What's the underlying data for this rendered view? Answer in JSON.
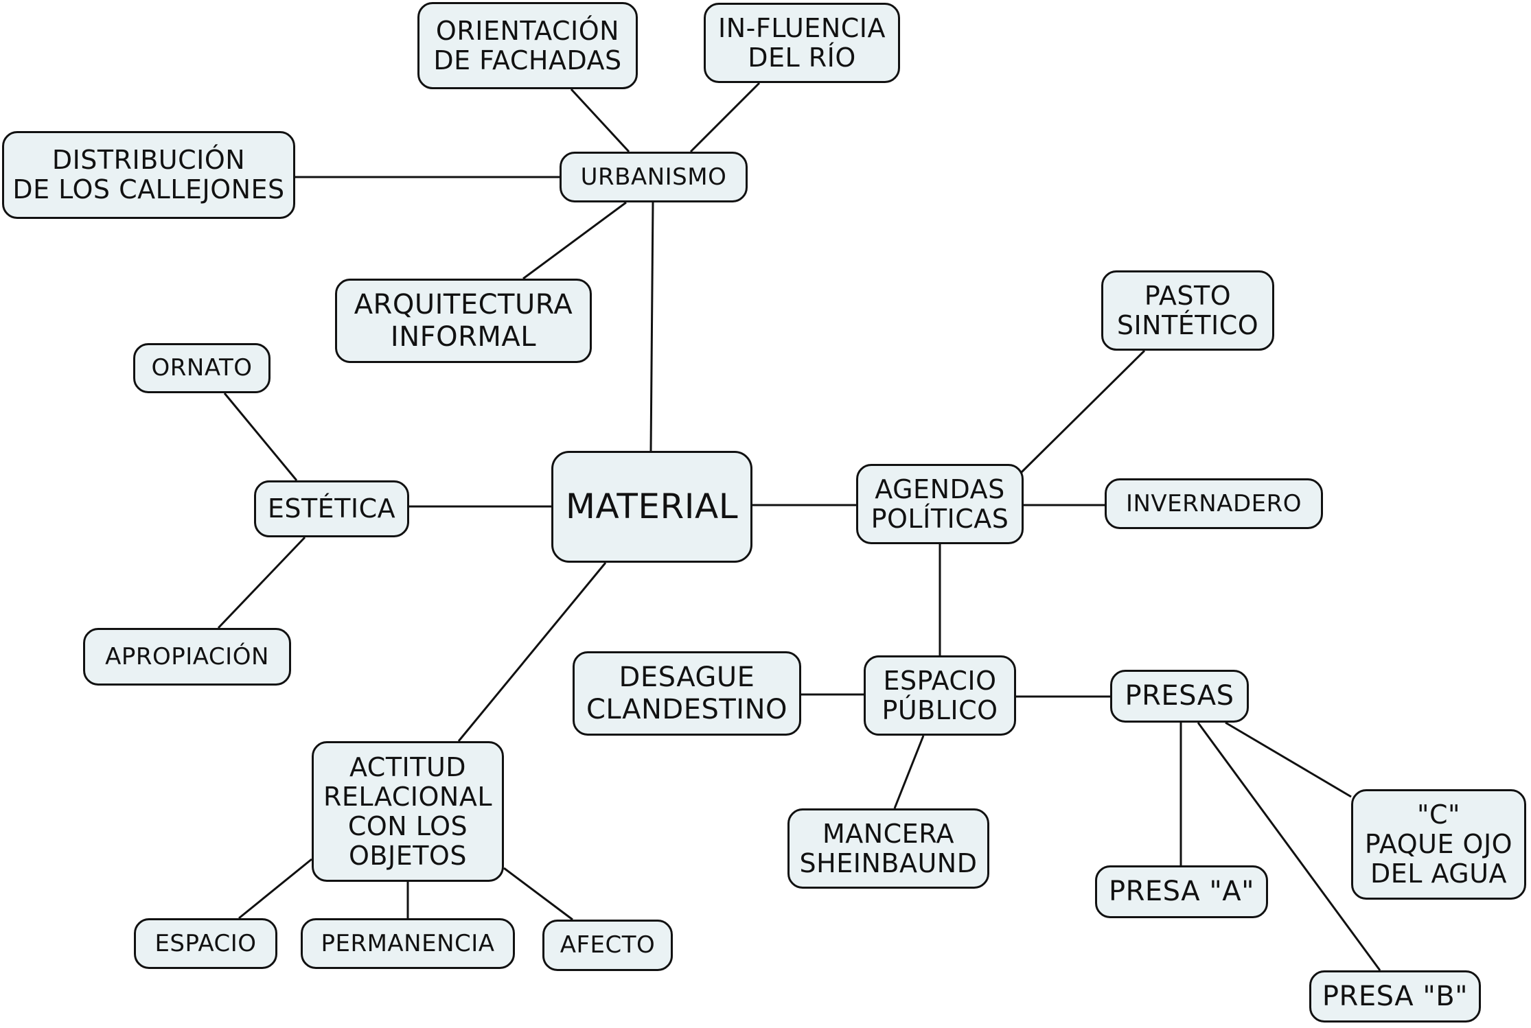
{
  "diagram": {
    "root": "MATERIAL",
    "nodes": {
      "material": "MATERIAL",
      "urbanismo": "URBANISMO",
      "orientacion": "ORIENTACIÓN\nDE FACHADAS",
      "influencia": "IN-FLUENCIA\nDEL RÍO",
      "distribucion": "DISTRIBUCIÓN\nDE LOS CALLEJONES",
      "arquitectura": "ARQUITECTURA\nINFORMAL",
      "estetica": "ESTÉTICA",
      "ornato": "ORNATO",
      "apropiacion": "APROPIACIÓN",
      "actitud": "ACTITUD\nRELACIONAL\nCON LOS\nOBJETOS",
      "espacio": "ESPACIO",
      "permanencia": "PERMANENCIA",
      "afecto": "AFECTO",
      "agendas": "AGENDAS\nPOLÍTICAS",
      "pasto": "PASTO\nSINTÉTICO",
      "invernadero": "INVERNADERO",
      "espacio_publico": "ESPACIO\nPÚBLICO",
      "desague": "DESAGUE\nCLANDESTINO",
      "mancera": "MANCERA\nSHEINBAUND",
      "presas": "PRESAS",
      "presa_a": "PRESA \"A\"",
      "presa_b": "PRESA \"B\"",
      "presa_c": "\"C\"\nPAQUE OJO\nDEL AGUA"
    },
    "edges": [
      [
        "material",
        "urbanismo"
      ],
      [
        "urbanismo",
        "orientacion"
      ],
      [
        "urbanismo",
        "influencia"
      ],
      [
        "urbanismo",
        "distribucion"
      ],
      [
        "urbanismo",
        "arquitectura"
      ],
      [
        "material",
        "estetica"
      ],
      [
        "estetica",
        "ornato"
      ],
      [
        "estetica",
        "apropiacion"
      ],
      [
        "material",
        "actitud"
      ],
      [
        "actitud",
        "espacio"
      ],
      [
        "actitud",
        "permanencia"
      ],
      [
        "actitud",
        "afecto"
      ],
      [
        "material",
        "agendas"
      ],
      [
        "agendas",
        "pasto"
      ],
      [
        "agendas",
        "invernadero"
      ],
      [
        "agendas",
        "espacio_publico"
      ],
      [
        "espacio_publico",
        "desague"
      ],
      [
        "espacio_publico",
        "mancera"
      ],
      [
        "espacio_publico",
        "presas"
      ],
      [
        "presas",
        "presa_a"
      ],
      [
        "presas",
        "presa_b"
      ],
      [
        "presas",
        "presa_c"
      ]
    ],
    "colors": {
      "node_fill": "#eaf2f4",
      "stroke": "#111111",
      "text": "#111111"
    }
  }
}
